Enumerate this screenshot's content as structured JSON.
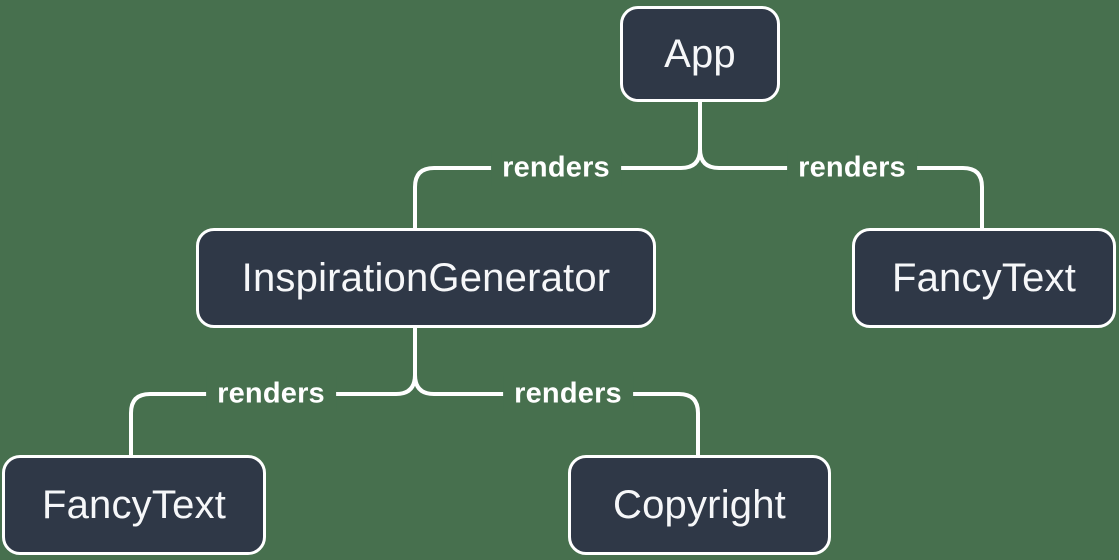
{
  "colors": {
    "background": "#47704E",
    "node-fill": "#2F3847",
    "node-border": "#FFFFFF",
    "node-text": "#F6F7F9",
    "edge": "#FFFFFF",
    "edge-label-text": "#FFFFFF"
  },
  "diagram": {
    "type": "tree",
    "description": "Component render tree",
    "root": "App",
    "nodes": [
      {
        "id": "app",
        "label": "App"
      },
      {
        "id": "inspiration-generator",
        "label": "InspirationGenerator"
      },
      {
        "id": "fancy-text-right",
        "label": "FancyText"
      },
      {
        "id": "fancy-text-left",
        "label": "FancyText"
      },
      {
        "id": "copyright",
        "label": "Copyright"
      }
    ],
    "edges": [
      {
        "from": "App",
        "to": "InspirationGenerator",
        "label": "renders"
      },
      {
        "from": "App",
        "to": "FancyText",
        "label": "renders"
      },
      {
        "from": "InspirationGenerator",
        "to": "FancyText",
        "label": "renders"
      },
      {
        "from": "InspirationGenerator",
        "to": "Copyright",
        "label": "renders"
      }
    ]
  }
}
